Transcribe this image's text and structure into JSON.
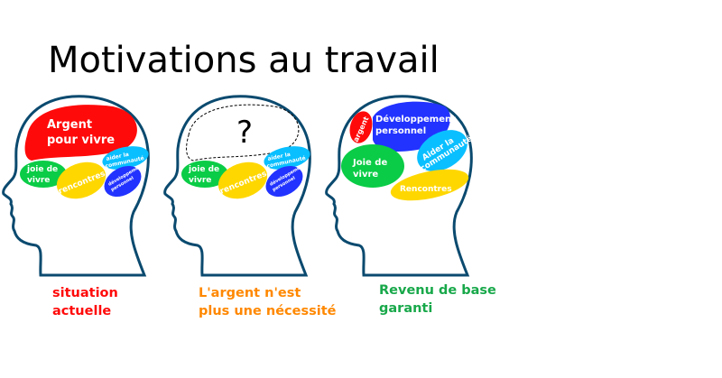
{
  "title": "Motivations au travail",
  "colors": {
    "outline": "#0b4a6f",
    "red": "#ff0a0a",
    "green": "#0acc46",
    "yellow": "#ffd700",
    "cyan": "#0abfff",
    "blue": "#2233ff",
    "orange": "#ff8800",
    "dark_green": "#18a84a"
  },
  "heads": [
    {
      "caption": "situation\nactuelle",
      "labels": {
        "argent": "Argent",
        "argent2": "pour vivre",
        "joie": "joie de",
        "joie2": "vivre",
        "rencontres": "rencontres",
        "aider": "aider la",
        "aider2": "communauté",
        "dev": "développement",
        "dev2": "personnel"
      }
    },
    {
      "caption": "L'argent n'est\nplus une nécessité",
      "labels": {
        "question": "?",
        "joie": "joie de",
        "joie2": "vivre",
        "rencontres": "rencontres",
        "aider": "aider la",
        "aider2": "communauté",
        "dev": "développement",
        "dev2": "personnel"
      }
    },
    {
      "caption": "Revenu de base\ngaranti",
      "labels": {
        "argent": "argent",
        "dev": "Développement",
        "dev2": "personnel",
        "joie": "Joie de",
        "joie2": "vivre",
        "aider": "Aider la",
        "aider2": "communauté",
        "rencontres": "Rencontres"
      }
    }
  ]
}
